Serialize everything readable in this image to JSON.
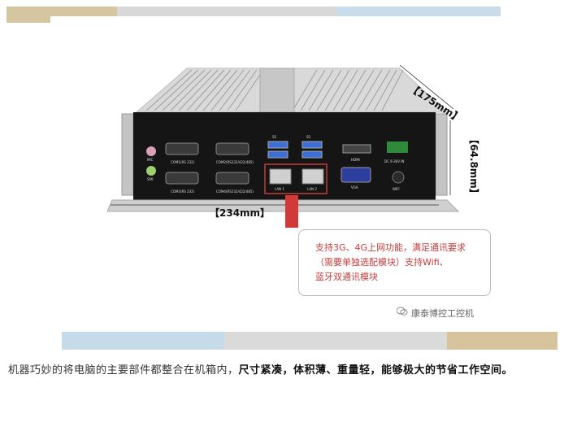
{
  "dimensions": {
    "width_label": "【234mm】",
    "depth_label": "【175mm】",
    "height_label": "【64.8mm】"
  },
  "ports": {
    "mic": "MIC",
    "spk": "SPK",
    "com1": "COM1(RS 232)",
    "com2": "COM2(RS232/422/485)",
    "com3": "COM3(RS 232)",
    "com4": "COM4(RS232/422/485)",
    "usb_label_1": "SS",
    "usb_label_2": "SS",
    "lan1": "LAN 1",
    "lan2": "LAN 2",
    "hdmi": "HDMI",
    "vga": "VGA",
    "dc": "DC  9-36V  IN",
    "wifi": "WIFI"
  },
  "callout": {
    "line1": "支持3G、4G上网功能，满足通讯要求",
    "line2": "（需要单独选配模块）支持Wifi、",
    "line3": "蓝牙双通讯模块"
  },
  "brand": "康泰博控工控机",
  "description": {
    "part1": "机器巧妙的将电脑的主要部件都整合在机箱内，",
    "part2": "尺寸紧凑，体积薄、重量轻，能够极大的节省工作空间。"
  },
  "colors": {
    "accent_red": "#c83c3c",
    "tan": "#d5c6a2",
    "light_blue": "#c9dce9",
    "gray": "#d8d8d8"
  }
}
